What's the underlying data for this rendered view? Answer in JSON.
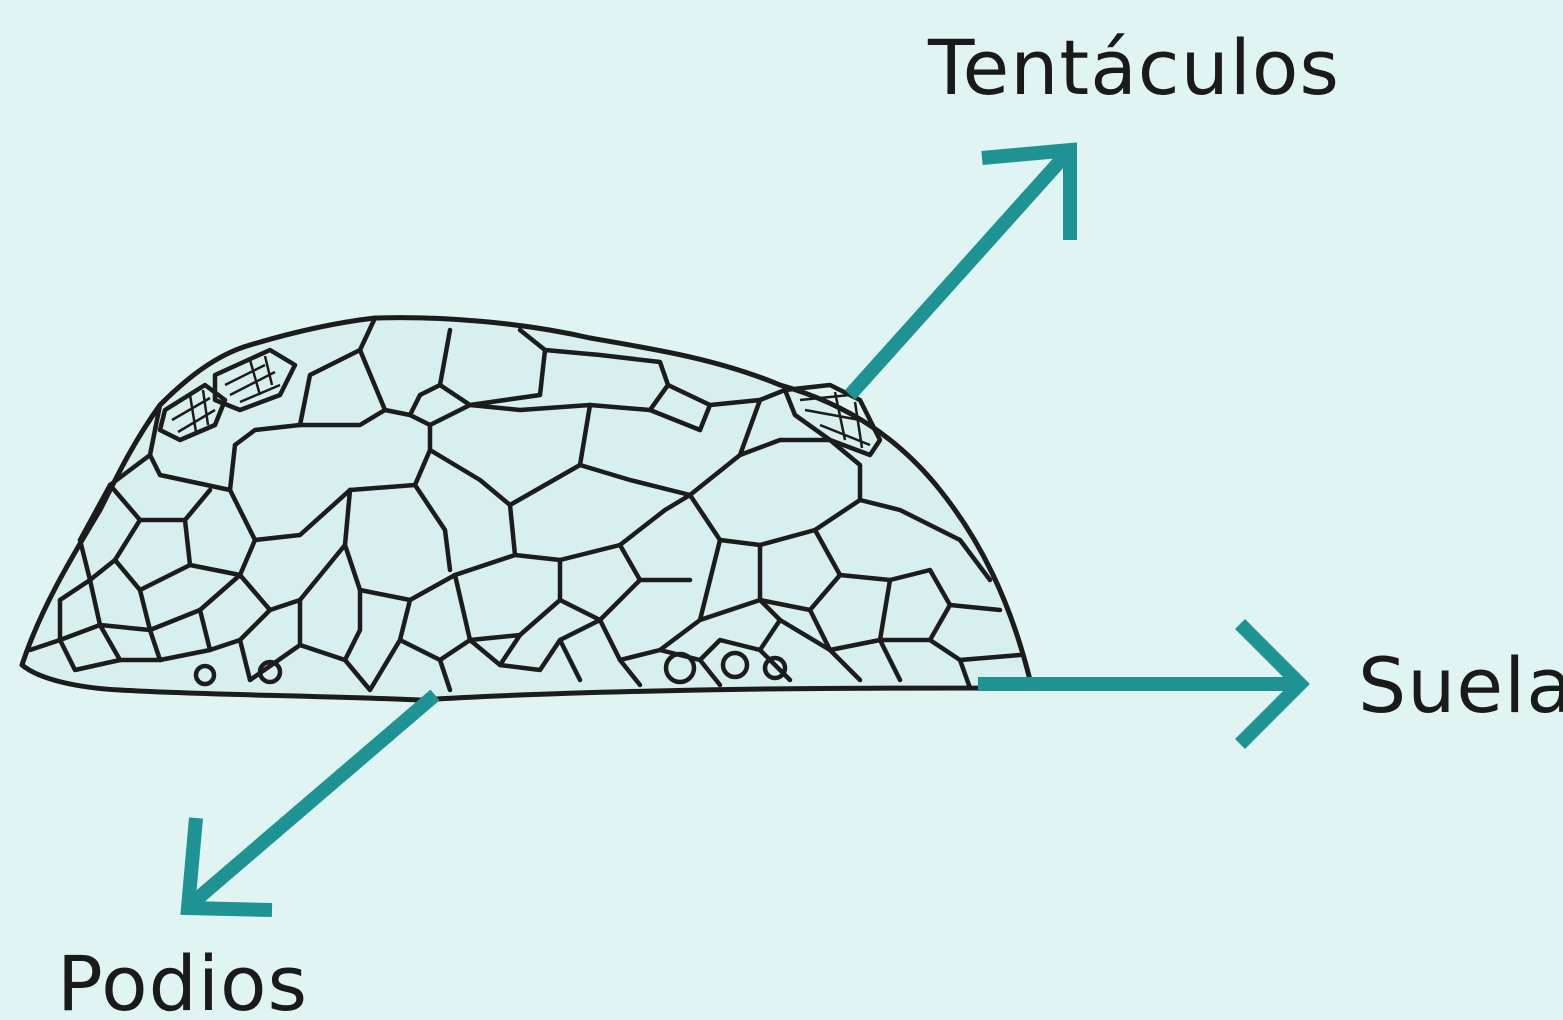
{
  "labels": {
    "tentacles": "Tentáculos",
    "sole": "Suela",
    "podia": "Podios"
  },
  "colors": {
    "background": "#dff4f3",
    "arrow": "#1f9393",
    "outline": "#1c1c1c"
  }
}
